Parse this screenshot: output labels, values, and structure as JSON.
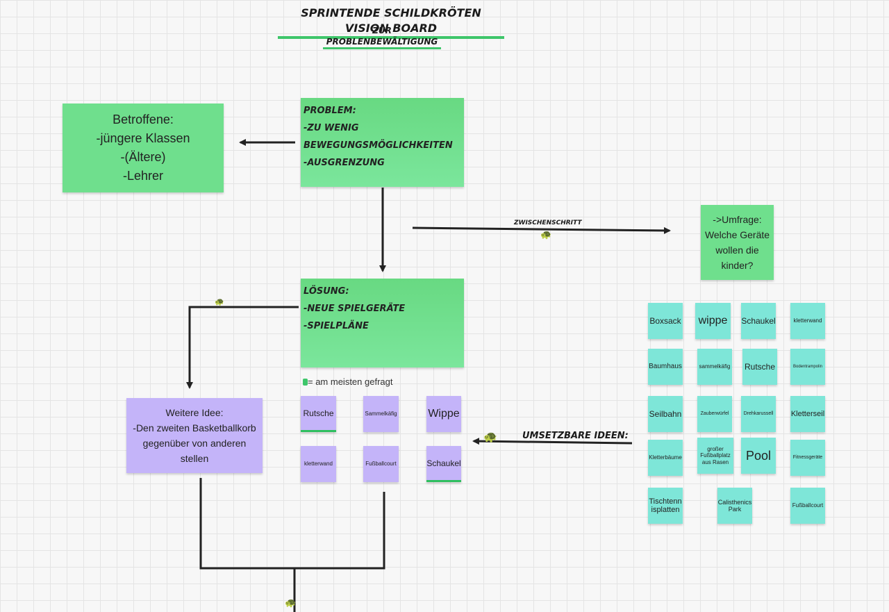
{
  "title": "SPRINTENDE SCHILDKRÖTEN VISION BOARD",
  "subtitle": "ZUR PROBLENBEWÄLTIGUNG",
  "affected": {
    "lines": [
      "Betroffene:",
      "-jüngere Klassen",
      "-(Ältere)",
      "-Lehrer"
    ]
  },
  "problem": {
    "lines": [
      "PROBLEM:",
      "-ZU WENIG",
      "BEWEGUNGSMÖGLICHKEITEN",
      "-AUSGRENZUNG"
    ]
  },
  "solution": {
    "lines": [
      "LÖSUNG:",
      "-NEUE SPIELGERÄTE",
      "-SPIELPLÄNE"
    ]
  },
  "zwischenschritt": "ZWISCHENSCHRITT",
  "umfrage": {
    "lines": [
      "->Umfrage:",
      "Welche Geräte",
      "wollen die",
      "kinder?"
    ]
  },
  "umsetzbare": "UMSETZBARE IDEEN:",
  "legend": "= am meisten gefragt",
  "weitere": {
    "lines": [
      "Weitere Idee:",
      "-Den zweiten Basketballkorb",
      "gegenüber von anderen",
      "stellen"
    ]
  },
  "top_ideas": [
    "Rutsche",
    "Sammelkäfig",
    "Wippe",
    "kletterwand",
    "Fußballcourt",
    "Schaukel"
  ],
  "survey_notes": [
    "Boxsack",
    "wippe",
    "Schaukel",
    "kletterwand",
    "Baumhaus",
    "sammelkäfig",
    "Rutsche",
    "Bodentrampolin",
    "Seilbahn",
    "Zauberwürfel",
    "Drehkarussell",
    "Kletterseil",
    "Kletterbäume",
    "großer Fußballplatz aus Rasen",
    "Pool",
    "Fitnessgeräte",
    "Tischtenn isplatten",
    "Calisthenics Park",
    "Fußballcourt"
  ],
  "colors": {
    "green_note": "#6fdf8d",
    "cyan_note": "#7ee6d8",
    "purple_note": "#c4b4f9",
    "highlight": "#3ec66a"
  },
  "icons": [
    "turtle-icon"
  ]
}
